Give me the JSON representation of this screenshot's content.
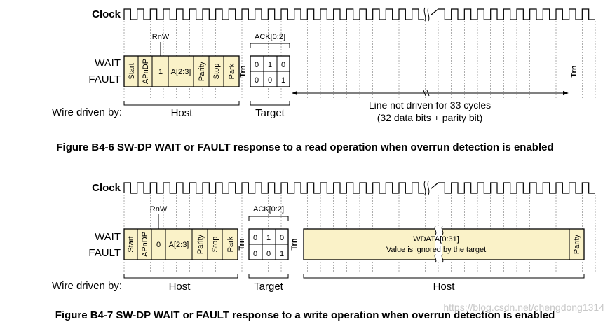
{
  "colors": {
    "field_fill": "#faf2c8",
    "ack_fill": "#ffffff",
    "line": "#000000",
    "watermark": "#c8c8c8"
  },
  "labels": {
    "clock": "Clock",
    "wait": "WAIT",
    "fault": "FAULT",
    "wire_driven_by": "Wire driven by:",
    "host": "Host",
    "target": "Target",
    "rnw": "RnW",
    "ack": "ACK[0:2]",
    "trn": "Trn"
  },
  "request_fields": {
    "start": "Start",
    "apndp": "APnDP",
    "addr": "A[2:3]",
    "parity": "Parity",
    "stop": "Stop",
    "park": "Park"
  },
  "ack_wait_bits": [
    "0",
    "1",
    "0"
  ],
  "ack_fault_bits": [
    "0",
    "0",
    "1"
  ],
  "figure1": {
    "rnw_value": "1",
    "line_note_1": "Line not driven for 33 cycles",
    "line_note_2": "(32 data bits + parity bit)",
    "caption": "Figure B4-6 SW-DP WAIT or FAULT response to a read operation when overrun detection is enabled"
  },
  "figure2": {
    "rnw_value": "0",
    "wdata": "WDATA[0:31]",
    "wdata_note": "Value is ignored by the target",
    "wdata_parity": "Parity",
    "caption": "Figure B4-7 SW-DP WAIT or FAULT response to a write operation when overrun detection is enabled"
  },
  "watermark": "https://blog.csdn.net/chengdong1314"
}
